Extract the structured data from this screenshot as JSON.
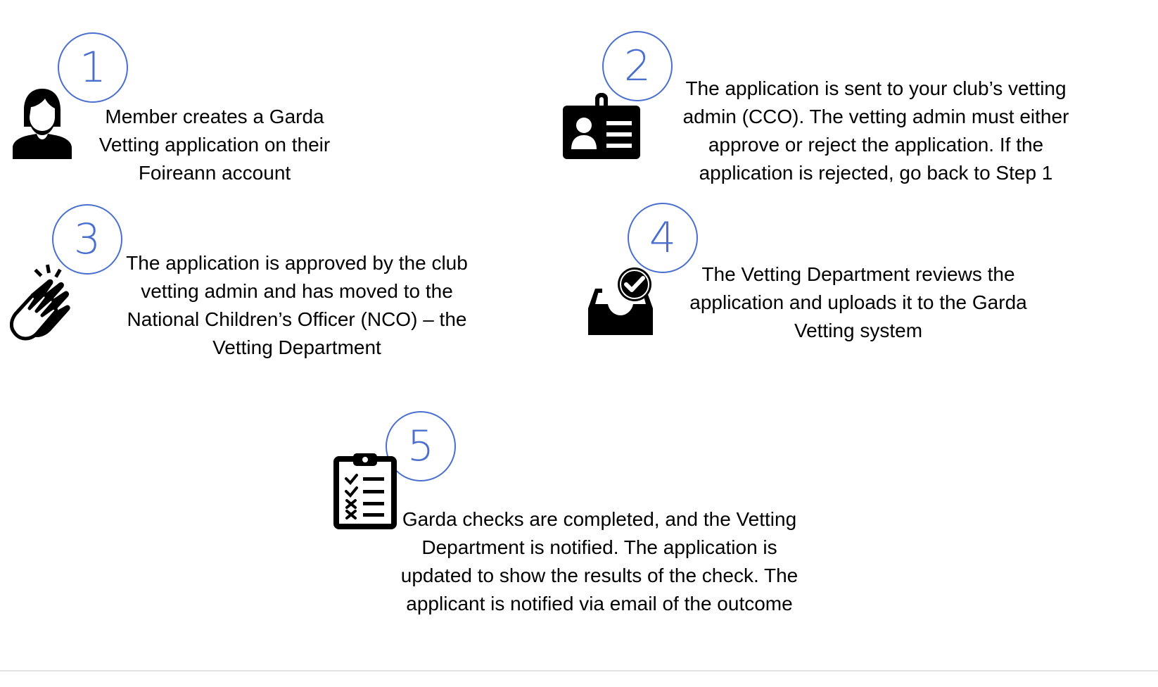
{
  "steps": [
    {
      "number": "1",
      "icon": "person-icon",
      "lines": [
        "Member creates a Garda",
        "Vetting application on their",
        "Foireann account"
      ]
    },
    {
      "number": "2",
      "icon": "id-badge-icon",
      "lines": [
        "The application is sent to your club’s vetting",
        "admin (CCO).  The vetting admin must either",
        "approve or reject the application.  If the",
        "application is rejected, go back to Step 1"
      ]
    },
    {
      "number": "3",
      "icon": "clapping-hands-icon",
      "lines": [
        "The application is approved by the club",
        "vetting admin and has moved to the",
        "National Children’s Officer (NCO) – the",
        "Vetting Department"
      ]
    },
    {
      "number": "4",
      "icon": "inbox-check-icon",
      "lines": [
        "The Vetting Department reviews the",
        "application and uploads it to the Garda",
        "Vetting system"
      ]
    },
    {
      "number": "5",
      "icon": "checklist-clipboard-icon",
      "lines": [
        "Garda checks are completed, and the Vetting",
        "Department is notified.  The application is",
        "updated to show the results of the check.  The",
        "applicant is notified via email of the outcome"
      ]
    }
  ],
  "colors": {
    "circle": "#4a6fcf",
    "icon": "#000000"
  }
}
